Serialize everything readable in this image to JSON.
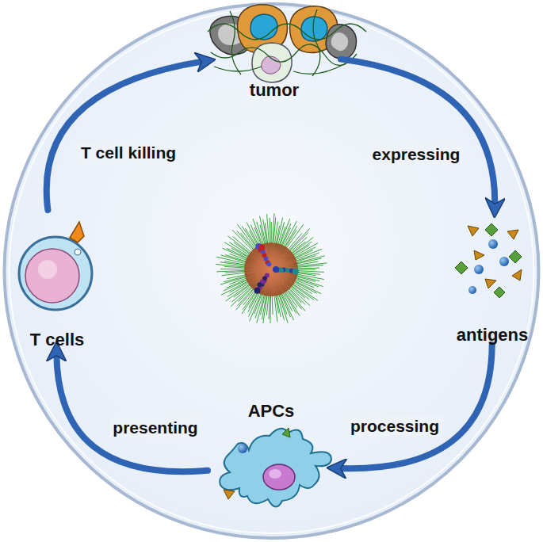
{
  "diagram": {
    "nodes": [
      {
        "text": [
          "tumor"
        ]
      },
      {
        "text": [
          "antigens"
        ]
      },
      {
        "text": [
          "APCs"
        ]
      },
      {
        "text": [
          "T cells"
        ]
      }
    ],
    "edges": [
      {
        "from": 0,
        "to": 1,
        "label": "expressing",
        "arrow": "to"
      },
      {
        "from": 1,
        "to": 2,
        "label": "processing",
        "arrow": "to"
      },
      {
        "from": 2,
        "to": 3,
        "label": "presenting",
        "arrow": "to"
      },
      {
        "from": 3,
        "to": 0,
        "label": "T cell killing",
        "arrow": "to"
      }
    ]
  }
}
